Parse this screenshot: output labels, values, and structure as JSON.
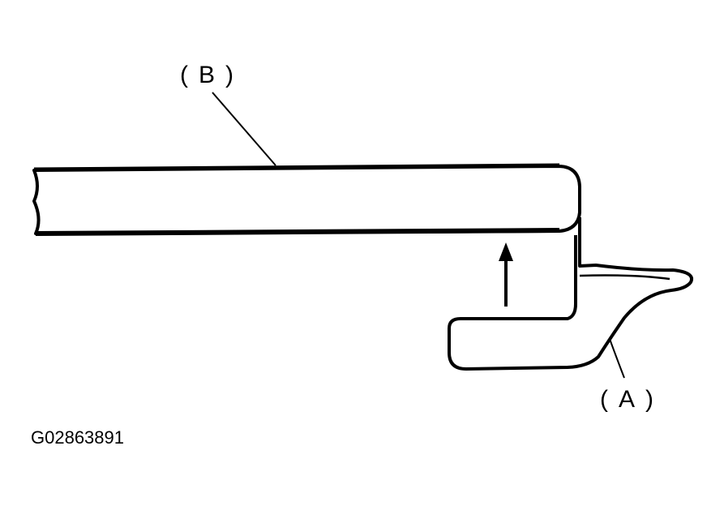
{
  "diagram": {
    "callouts": {
      "b_label": "(B)",
      "a_label": "(A)"
    },
    "arrow_direction": "up",
    "figure_id": "G02863891",
    "line_color": "#000000",
    "background_color": "#ffffff"
  }
}
